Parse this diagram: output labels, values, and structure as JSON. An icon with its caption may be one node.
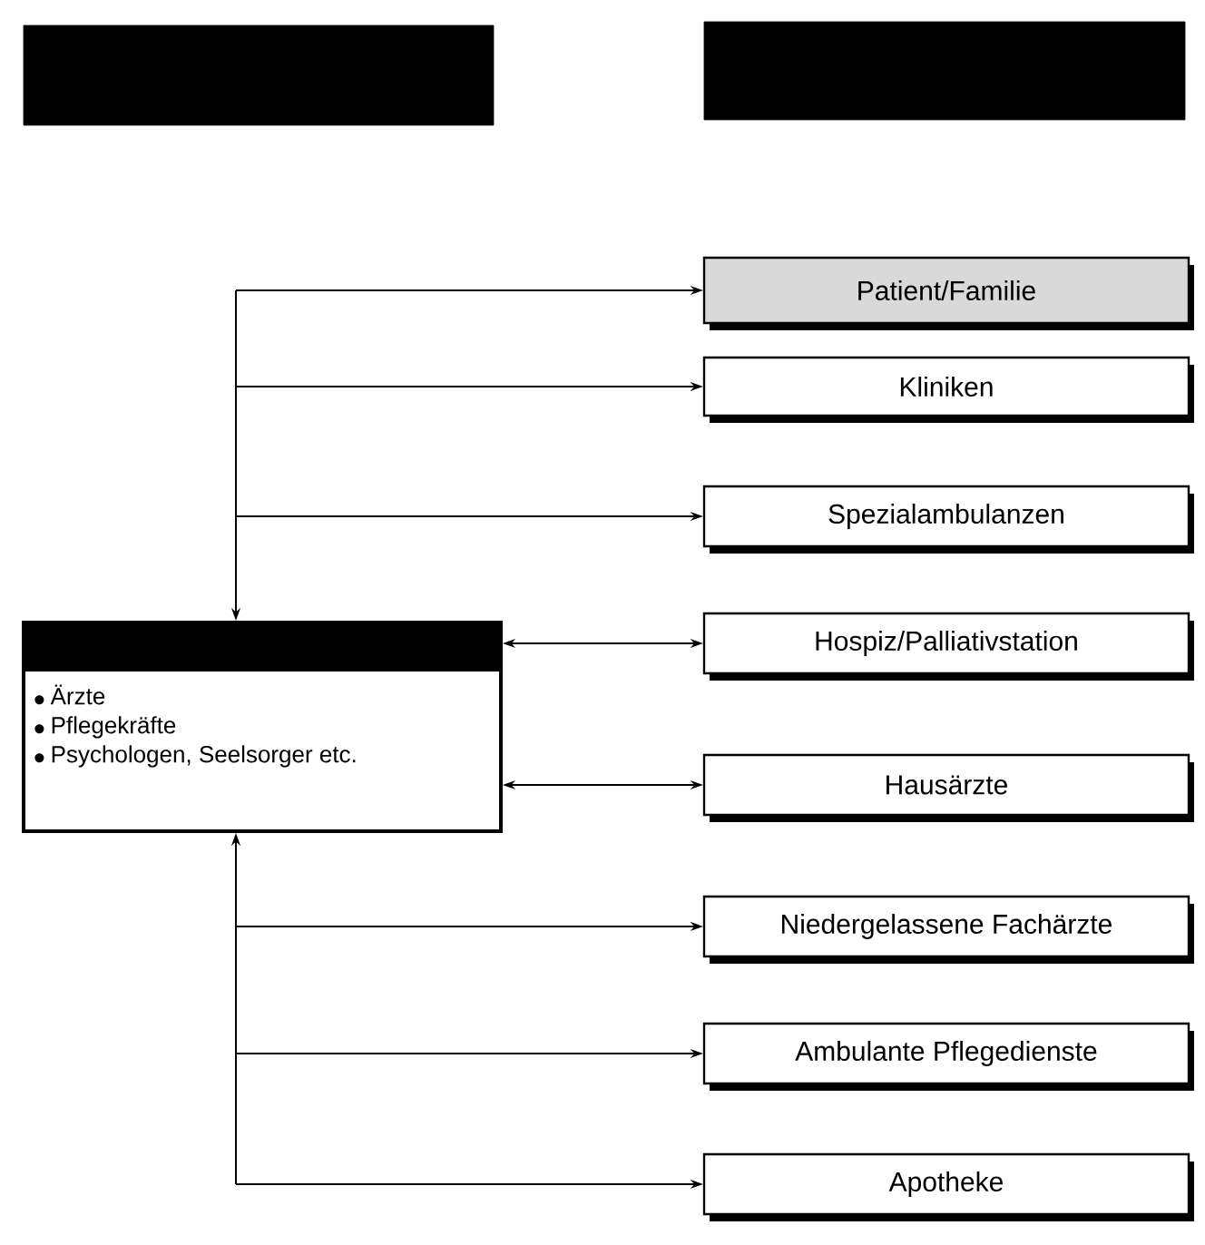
{
  "diagram": {
    "nodes": [
      {
        "text": [],
        "shape": "box"
      },
      {
        "text": [],
        "shape": "box"
      },
      {
        "text": [
          "Ärzte",
          "Pflegekräfte",
          "Psychologen, Seelsorger etc."
        ]
      },
      {
        "text": [
          "Patient/Familie"
        ]
      },
      {
        "text": [
          "Kliniken"
        ]
      },
      {
        "text": [
          "Spezialambulanzen"
        ]
      },
      {
        "text": [
          "Hospiz/Palliativstation"
        ]
      },
      {
        "text": [
          "Hausärzte"
        ]
      },
      {
        "text": [
          "Niedergelassene Fachärzte"
        ]
      },
      {
        "text": [
          "Ambulante Pflegedienste"
        ]
      },
      {
        "text": [
          "Apotheke"
        ]
      }
    ],
    "edges": [
      {
        "from": 2,
        "to": 3,
        "arrow": "both"
      },
      {
        "from": 2,
        "to": 4,
        "arrow": "both"
      },
      {
        "from": 2,
        "to": 5,
        "arrow": "both"
      },
      {
        "from": 2,
        "to": 6,
        "arrow": "both"
      },
      {
        "from": 2,
        "to": 7,
        "arrow": "both"
      },
      {
        "from": 2,
        "to": 8,
        "arrow": "both"
      },
      {
        "from": 2,
        "to": 9,
        "arrow": "both"
      },
      {
        "from": 2,
        "to": 10,
        "arrow": "both"
      }
    ]
  }
}
